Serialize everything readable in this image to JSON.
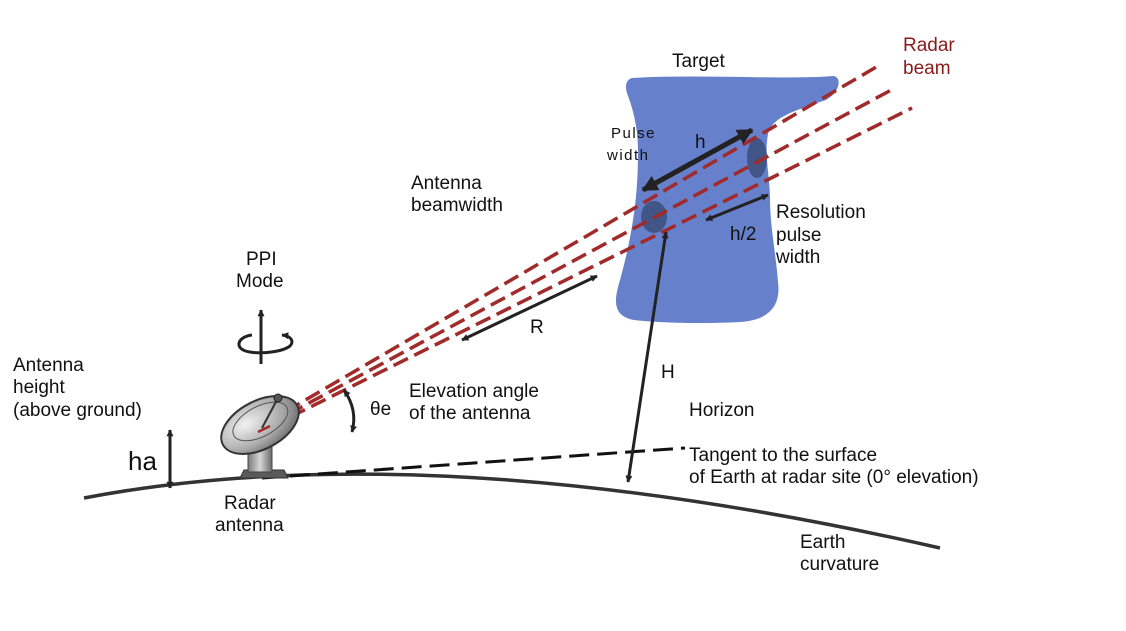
{
  "colors": {
    "beam": "#a12a2a",
    "beam_label": "#8b1a1a",
    "target": "#6680cc",
    "resolution_volume": "#3b4d7a",
    "ink": "#222222"
  },
  "labels": {
    "target": "Target",
    "radar_beam": [
      "Radar",
      "beam"
    ],
    "pulse_width": [
      "Pulse",
      "width"
    ],
    "h": "h",
    "antenna_beamwidth": [
      "Antenna",
      "beamwidth"
    ],
    "resolution_pulse_width": [
      "Resolution",
      "pulse",
      "width"
    ],
    "h_half": "h/2",
    "ppi_mode": [
      "PPI",
      "Mode"
    ],
    "range": "R",
    "height": "H",
    "antenna_height": [
      "Antenna",
      "height",
      "(above ground)"
    ],
    "elevation_symbol": "θe",
    "elevation_angle": [
      "Elevation angle",
      "of the antenna"
    ],
    "horizon": "Horizon",
    "tangent": [
      "Tangent to the surface",
      "of Earth at radar site (0° elevation)"
    ],
    "ha": "ha",
    "radar_antenna": [
      "Radar",
      "antenna"
    ],
    "earth_curvature": [
      "Earth",
      "curvature"
    ]
  },
  "icons": [
    "rotation-arrow-icon",
    "radar-dish-icon"
  ]
}
